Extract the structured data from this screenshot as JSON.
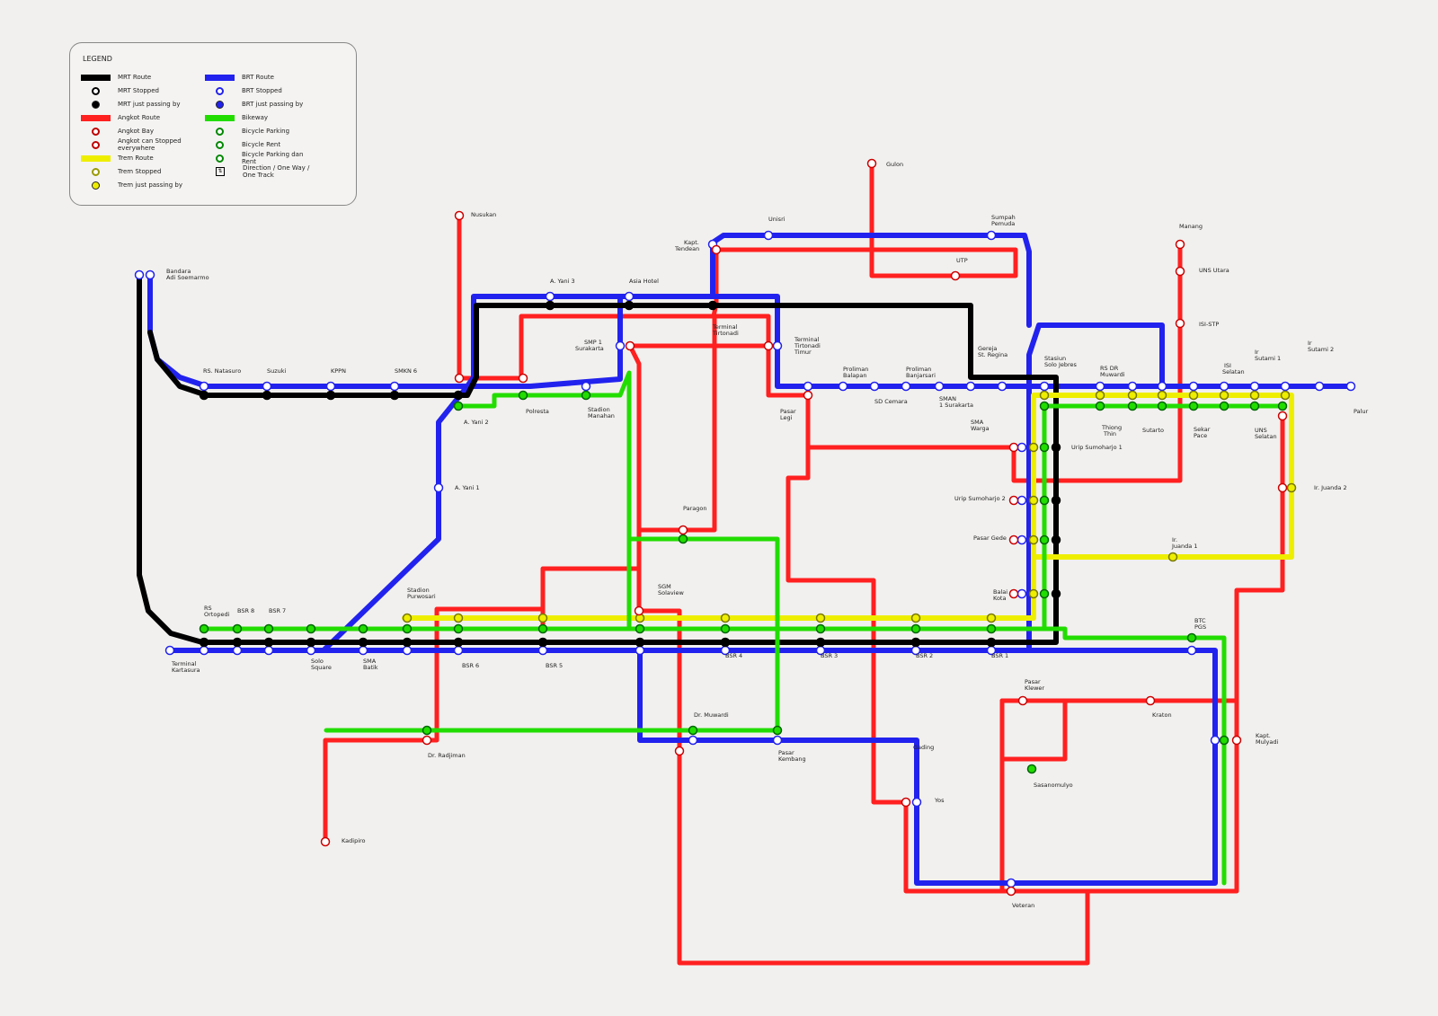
{
  "legend": {
    "title": "LEGEND",
    "items": [
      {
        "label": "MRT Route",
        "kind": "line",
        "color": "#000000"
      },
      {
        "label": "MRT Stopped",
        "kind": "open",
        "color": "#000000"
      },
      {
        "label": "MRT just passing by",
        "kind": "solid",
        "color": "#000000"
      },
      {
        "label": "Angkot Route",
        "kind": "line",
        "color": "#ff2020"
      },
      {
        "label": "Angkot Bay",
        "kind": "open",
        "color": "#c00000"
      },
      {
        "label": "Angkot can Stopped everywhere",
        "kind": "open",
        "color": "#c00000"
      },
      {
        "label": "Trem Route",
        "kind": "line",
        "color": "#eeee00"
      },
      {
        "label": "Trem Stopped",
        "kind": "open",
        "color": "#9a9a00"
      },
      {
        "label": "Trem just passing by",
        "kind": "solid",
        "color": "#eeee00"
      },
      {
        "label": "BRT Route",
        "kind": "line",
        "color": "#2222ee"
      },
      {
        "label": "BRT Stopped",
        "kind": "open",
        "color": "#2222ee"
      },
      {
        "label": "BRT just passing by",
        "kind": "solid",
        "color": "#2222ee"
      },
      {
        "label": "Bikeway",
        "kind": "line",
        "color": "#22dd00"
      },
      {
        "label": "Bicycle Parking",
        "kind": "open",
        "color": "#008800"
      },
      {
        "label": "Bicycle Rent",
        "kind": "open",
        "color": "#008800"
      },
      {
        "label": "Bicycle Parking dan Rent",
        "kind": "open",
        "color": "#008800"
      },
      {
        "label": "Direction / One Way / One Track",
        "kind": "box",
        "color": "#000000"
      }
    ]
  },
  "colors": {
    "mrt": "#000000",
    "angkot": "#ff2020",
    "trem": "#eeee00",
    "brt": "#2222ee",
    "bike": "#22dd00"
  },
  "stations": {
    "gulon": "Gulon",
    "nusukan": "Nusukan",
    "bandara": "Bandara",
    "adi_soemarmo": "Adi Soemarmo",
    "rs_natasuro": "RS. Natasuro",
    "suzuki": "Suzuki",
    "kppn": "KPPN",
    "smkn6": "SMKN 6",
    "a_yani_3": "A. Yani 3",
    "asia_hotel": "Asia Hotel",
    "a_yani_2": "A. Yani 2",
    "polresta": "Polresta",
    "stadion": "Stadion",
    "manahan": "Manahan",
    "smp1": "SMP 1",
    "surakarta": "Surakarta",
    "a_yani_1": "A. Yani 1",
    "kapt": "Kapt.",
    "tendean": "Tendean",
    "unisri": "Unisri",
    "sumpah": "Sumpah",
    "pemuda": "Pemuda",
    "utp": "UTP",
    "terminal": "Terminal",
    "tirtonadi": "Tirtonadi",
    "timur": "Timur",
    "manang": "Manang",
    "uns_utara": "UNS Utara",
    "isi_stp": "ISI-STP",
    "gereja": "Gereja",
    "st_regina": "St. Regina",
    "stasiun": "Stasiun",
    "solo_jebres": "Solo Jebres",
    "rs_dr": "RS DR",
    "muwardi": "Muwardi",
    "isi": "ISI",
    "selatan": "Selatan",
    "ir": "Ir",
    "sutami_1": "Sutami 1",
    "sutami_2": "Sutami 2",
    "palur": "Palur",
    "proliman": "Proliman",
    "balapan": "Balapan",
    "banjarsari": "Banjarsari",
    "sd_cemara": "SD Cemara",
    "sman": "SMAN",
    "sman_1_surakarta": "1 Surakarta",
    "sma": "SMA",
    "warga": "Warga",
    "pasar": "Pasar",
    "legi": "Legi",
    "thiong": "Thiong",
    "thin": "Thin",
    "sutarto": "Sutarto",
    "sekar": "Sekar",
    "pace": "Pace",
    "uns": "UNS",
    "urip_1": "Urip Sumoharjo 1",
    "urip_2": "Urip  Sumoharjo 2",
    "pasar_gede": "Pasar Gede",
    "balai": "Balai",
    "kota": "Kota",
    "ir_dot": "Ir.",
    "juanda_1": "Juanda 1",
    "juanda_2": "Ir. Juanda 2",
    "paragon": "Paragon",
    "sgm": "SGM",
    "solaview": "Solaview",
    "purwosari": "Purwosari",
    "rs": "RS",
    "ortopedi": "Ortopedi",
    "bsr8": "BSR 8",
    "bsr7": "BSR 7",
    "bsr6": "BSR 6",
    "bsr5": "BSR 5",
    "bsr4": "BSR 4",
    "bsr3": "BSR 3",
    "bsr2": "BSR 2",
    "bsr1": "BSR 1",
    "kartasura": "Kartasura",
    "solo": "Solo",
    "square": "Square",
    "batik": "Batik",
    "btc": "BTC",
    "pgs": "PGS",
    "klewer": "Klewer",
    "kraton": "Kraton",
    "kapt_dot": "Kapt.",
    "mulyadi": "Mulyadi",
    "gading": "Gading",
    "sasanomulyo": "Sasanomulyo",
    "yos": "Yos",
    "dr_muwardi": "Dr. Muwardi",
    "kembang": "Kembang",
    "dr_radjiman": "Dr. Radjiman",
    "kadipiro": "Kadipiro",
    "veteran": "Veteran"
  }
}
